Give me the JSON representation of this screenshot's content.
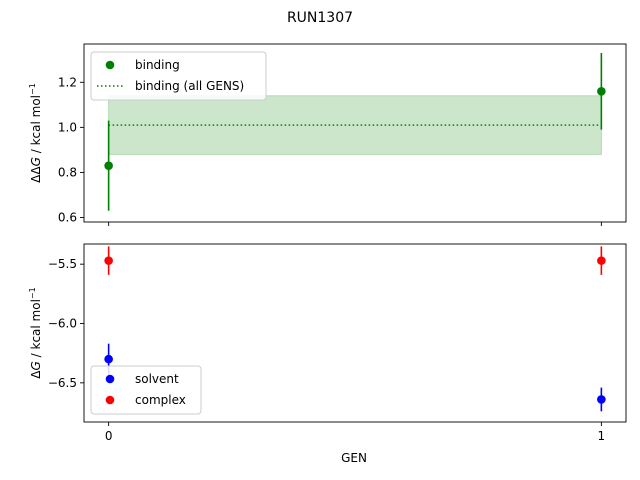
{
  "figure": {
    "suptitle": "RUN1307",
    "xlabel": "GEN"
  },
  "chart_data": [
    {
      "type": "scatter",
      "panel": "top",
      "ylabel_lines": [
        "ΔΔ",
        "G",
        " / kcal mol",
        "−1"
      ],
      "xlim": [
        -0.05,
        1.05
      ],
      "ylim": [
        0.58,
        1.37
      ],
      "yticks": [
        0.6,
        0.8,
        1.0,
        1.2
      ],
      "yticklabels": [
        "0.6",
        "0.8",
        "1.0",
        "1.2"
      ],
      "xticks": [
        0,
        1
      ],
      "series": [
        {
          "name": "binding",
          "color": "#008000",
          "x": [
            0,
            1
          ],
          "y": [
            0.83,
            1.16
          ],
          "yerr": [
            0.2,
            0.17
          ]
        },
        {
          "name": "binding (all GENS)",
          "color": "#008000",
          "style": "dotted-line-with-band",
          "x": [
            0,
            1
          ],
          "y": [
            1.01,
            1.01
          ],
          "band": [
            0.88,
            1.14
          ],
          "band_color": "#cce6cc"
        }
      ],
      "legend": "top-left"
    },
    {
      "type": "scatter",
      "panel": "bottom",
      "ylabel_lines": [
        "Δ",
        "G",
        " / kcal mol",
        "−1"
      ],
      "xlim": [
        -0.05,
        1.05
      ],
      "ylim": [
        -6.83,
        -5.33
      ],
      "yticks": [
        -5.5,
        -6.0,
        -6.5
      ],
      "yticklabels": [
        "−5.5",
        "−6.0",
        "−6.5"
      ],
      "xticks": [
        0,
        1
      ],
      "xticklabels": [
        "0",
        "1"
      ],
      "series": [
        {
          "name": "solvent",
          "color": "#0000ff",
          "x": [
            0,
            1
          ],
          "y": [
            -6.3,
            -6.64
          ],
          "yerr": [
            0.13,
            0.1
          ]
        },
        {
          "name": "complex",
          "color": "#ff0000",
          "x": [
            0,
            1
          ],
          "y": [
            -5.47,
            -5.47
          ],
          "yerr": [
            0.12,
            0.12
          ]
        }
      ],
      "legend": "bottom-left"
    }
  ]
}
